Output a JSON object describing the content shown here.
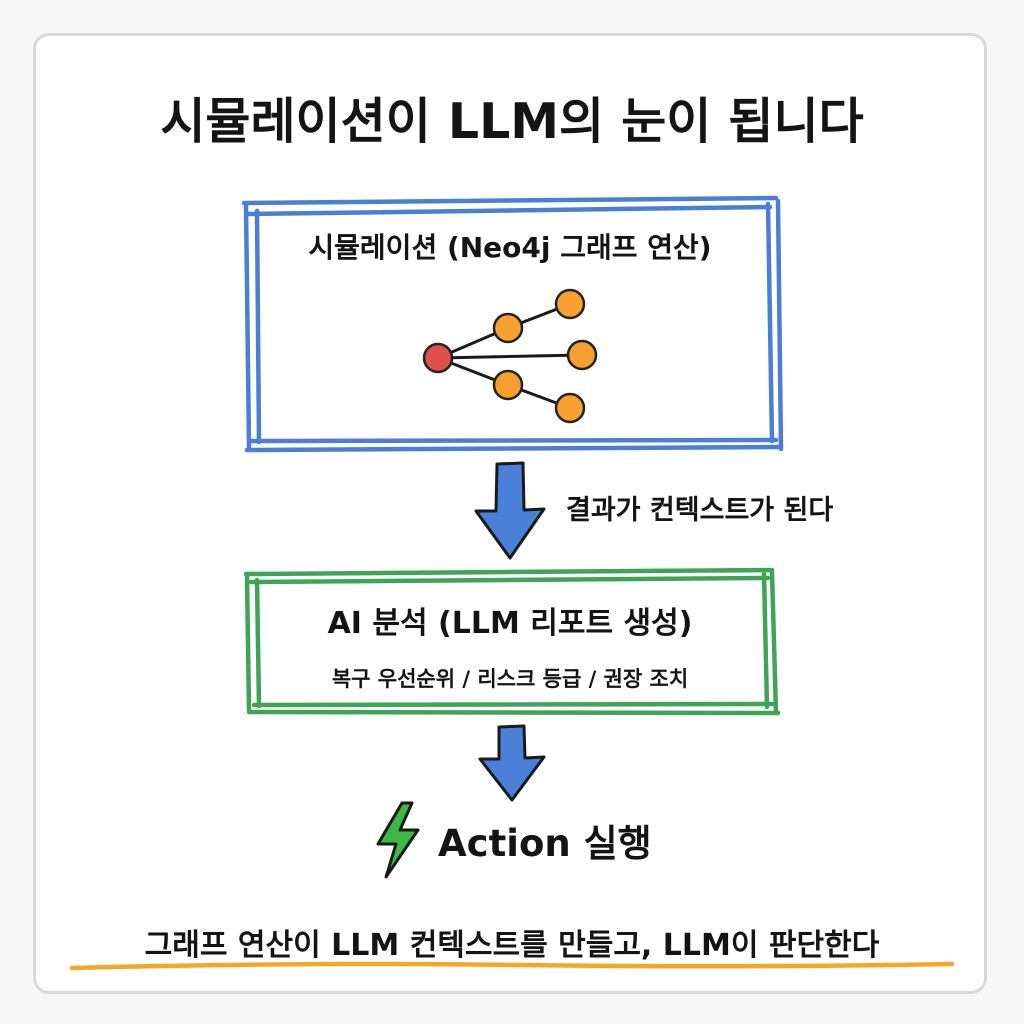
{
  "title": "시뮬레이션이 LLM의 눈이 됩니다",
  "simulation_box": {
    "title": "시뮬레이션 (Neo4j 그래프 연산)",
    "border_color": "#4a7fd4",
    "source_node_color": "#e0504a",
    "target_node_color": "#f5a030"
  },
  "arrow_color": "#4a80d8",
  "arrow_caption": "결과가 컨텍스트가 된다",
  "ai_box": {
    "title": "AI 분석 (LLM 리포트 생성)",
    "subtitle": "복구 우선순위 / 리스크 등급 / 권장 조치",
    "border_color": "#3fa455"
  },
  "action": {
    "label": "Action 실행",
    "icon": "lightning-bolt-icon",
    "icon_color": "#3cb849"
  },
  "footer": {
    "text": "그래프 연산이 LLM 컨텍스트를 만들고, LLM이 판단한다",
    "underline_color": "#f5a623"
  }
}
